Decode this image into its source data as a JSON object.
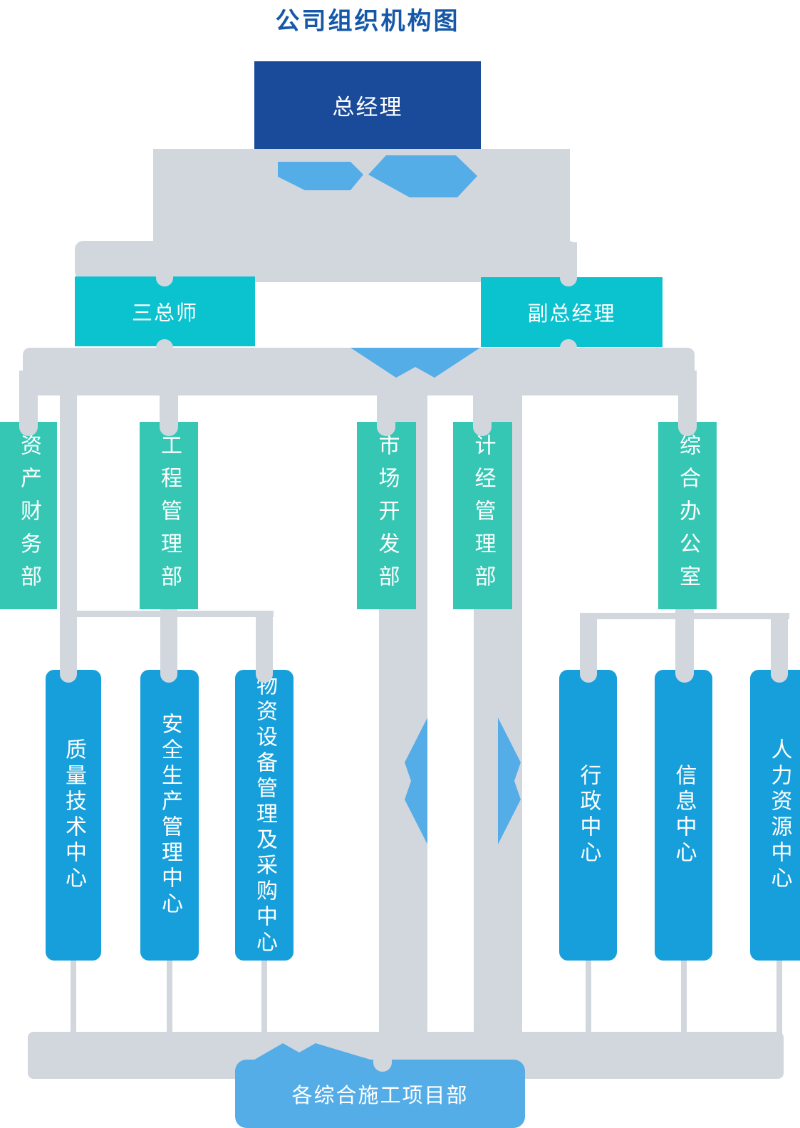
{
  "title": "公司组织机构图",
  "tree": {
    "gm": "总经理",
    "level2": [
      "三总师",
      "副总经理"
    ],
    "level3": [
      "资产财务部",
      "工程管理部",
      "市场开发部",
      "计经管理部",
      "综合办公室"
    ],
    "level4": [
      "质量技术中心",
      "安全生产管理中心",
      "物资设备管理及采购中心",
      "行政中心",
      "信息中心",
      "人力资源中心"
    ],
    "bottom": "各综合施工项目部"
  },
  "colors": {
    "title_text": "#1558A8",
    "gm_box": "#1A4B9B",
    "level2_box": "#0BC2CF",
    "level3_box": "#36C7B4",
    "level4_box": "#169FDA",
    "bottom_box": "#55ADE8",
    "arrow_accent": "#55ADE8",
    "connector_gray": "#D2D7DE",
    "background": "#FFFFFF"
  }
}
